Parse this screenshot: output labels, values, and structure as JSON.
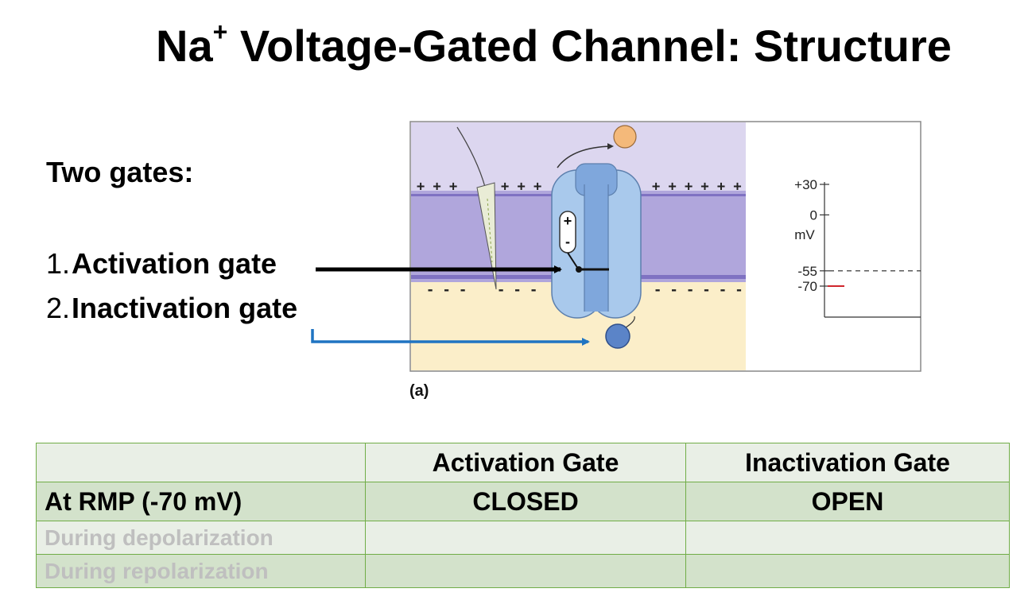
{
  "title": {
    "main": "Na",
    "superscript": "+",
    "rest": " Voltage-Gated Channel: Structure"
  },
  "gates": {
    "heading": "Two gates:",
    "items": [
      {
        "num": "1.",
        "label": "Activation gate"
      },
      {
        "num": "2.",
        "label": "Inactivation gate"
      }
    ]
  },
  "diagram": {
    "caption": "(a)",
    "outside_charges": [
      "+ + +",
      "+ + +",
      "+ + + + + +"
    ],
    "inside_charges": [
      "-   -   -",
      "-   -   -",
      "-  -  -  -  -  -"
    ],
    "sensor_plus": "+",
    "sensor_minus": "-",
    "axis": {
      "unit": "mV",
      "ticks": [
        "+30",
        "0",
        "-55",
        "-70"
      ],
      "values": [
        30,
        0,
        -55,
        -70
      ],
      "current_level": -70,
      "threshold": -55
    },
    "colors": {
      "extracellular": "#dcd6ef",
      "membrane": "#b0a6dc",
      "intracellular": "#fbeec9",
      "channel": "#a9c9ec",
      "ion": "#f4b97a",
      "inactivation_ball": "#5b84c8",
      "activation_arrow": "#000000",
      "inactivation_arrow": "#1f74c2"
    }
  },
  "table": {
    "headers": [
      "",
      "Activation Gate",
      "Inactivation Gate"
    ],
    "rows": [
      {
        "label": "At RMP (-70 mV)",
        "activation": "CLOSED",
        "inactivation": "OPEN"
      },
      {
        "label": "During depolarization",
        "activation": "",
        "inactivation": ""
      },
      {
        "label": "During repolarization",
        "activation": "",
        "inactivation": ""
      }
    ]
  }
}
